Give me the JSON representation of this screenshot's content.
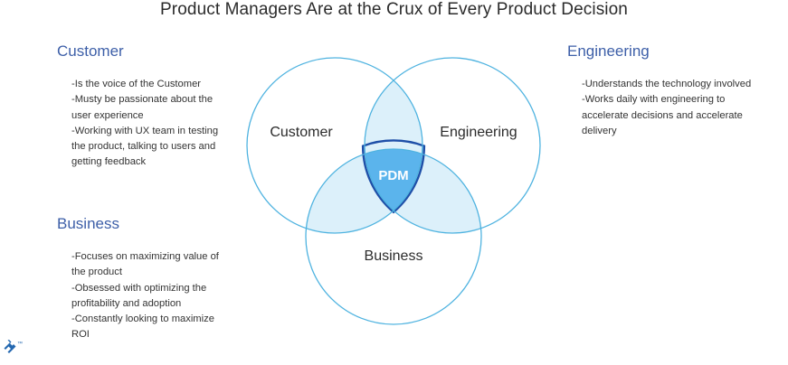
{
  "title": "Product Managers Are at the Crux of Every Product Decision",
  "colors": {
    "circle_stroke": "#4fb3e0",
    "pair_overlap_fill": "#dcf0fa",
    "center_fill": "#5bb4ec",
    "center_stroke": "#1e4fa8",
    "heading_text": "#3d5fa8",
    "logo": "#2468b0"
  },
  "groups": {
    "customer": {
      "heading": "Customer",
      "notes": [
        "-Is the voice of the Customer",
        "-Musty be passionate about the user experience",
        "-Working with UX team in testing the product, talking to users and getting feedback"
      ]
    },
    "business": {
      "heading": "Business",
      "notes": [
        "-Focuses on maximizing value of the product",
        "-Obsessed with optimizing the profitability and adoption",
        "-Constantly looking to maximize ROI"
      ]
    },
    "engineering": {
      "heading": "Engineering",
      "notes": [
        "-Understands the technology involved",
        "-Works daily with engineering to accelerate decisions and accelerate delivery"
      ]
    }
  },
  "venn": {
    "customer_label": "Customer",
    "engineering_label": "Engineering",
    "business_label": "Business",
    "center_label": "PDM"
  },
  "logo": {
    "icon": "toptal-logo-icon",
    "trademark": "™"
  }
}
